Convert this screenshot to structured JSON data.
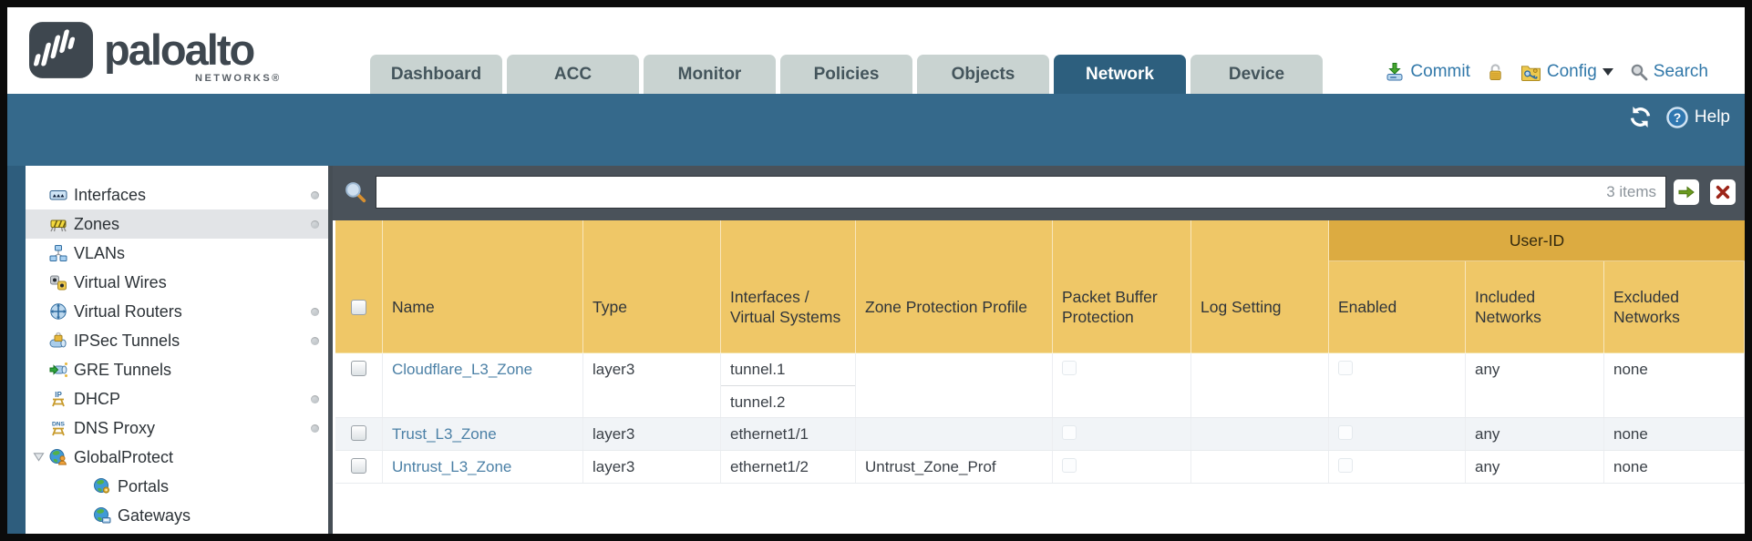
{
  "colors": {
    "teal_band": "#35698b",
    "active_tab": "#2d5f7e",
    "inactive_tab": "#c9d3d1",
    "filter_bar": "#4a525a",
    "header_orange": "#efc767",
    "group_header_orange": "#dcab41",
    "link_blue": "#4b80a6",
    "action_blue": "#3178a9",
    "alt_row": "#f1f4f7"
  },
  "brand": {
    "name": "paloalto",
    "sub": "NETWORKS®"
  },
  "tabs": [
    {
      "label": "Dashboard",
      "active": false
    },
    {
      "label": "ACC",
      "active": false
    },
    {
      "label": "Monitor",
      "active": false
    },
    {
      "label": "Policies",
      "active": false
    },
    {
      "label": "Objects",
      "active": false
    },
    {
      "label": "Network",
      "active": true
    },
    {
      "label": "Device",
      "active": false
    }
  ],
  "actions": {
    "commit": "Commit",
    "config": "Config",
    "search": "Search"
  },
  "toolbar": {
    "help": "Help"
  },
  "sidebar": {
    "items": [
      {
        "label": "Interfaces",
        "icon": "interfaces-icon",
        "dot": true
      },
      {
        "label": "Zones",
        "icon": "zones-icon",
        "dot": true,
        "selected": true
      },
      {
        "label": "VLANs",
        "icon": "vlans-icon"
      },
      {
        "label": "Virtual Wires",
        "icon": "virtual-wires-icon"
      },
      {
        "label": "Virtual Routers",
        "icon": "virtual-routers-icon",
        "dot": true
      },
      {
        "label": "IPSec Tunnels",
        "icon": "ipsec-tunnels-icon",
        "dot": true
      },
      {
        "label": "GRE Tunnels",
        "icon": "gre-tunnels-icon"
      },
      {
        "label": "DHCP",
        "icon": "dhcp-icon",
        "dot": true
      },
      {
        "label": "DNS Proxy",
        "icon": "dns-proxy-icon",
        "dot": true
      },
      {
        "label": "GlobalProtect",
        "icon": "globalprotect-icon",
        "expanded": true
      },
      {
        "label": "Portals",
        "icon": "portals-icon",
        "indent": true
      },
      {
        "label": "Gateways",
        "icon": "gateways-icon",
        "indent": true
      }
    ]
  },
  "filter": {
    "value": "",
    "count": "3 items"
  },
  "table": {
    "group_header": "User-ID",
    "columns": [
      "",
      "Name",
      "Type",
      "Interfaces / Virtual Systems",
      "Zone Protection Profile",
      "Packet Buffer Protection",
      "Log Setting",
      "Enabled",
      "Included Networks",
      "Excluded Networks"
    ],
    "rows": [
      {
        "name": "Cloudflare_L3_Zone",
        "type": "layer3",
        "interfaces": [
          "tunnel.1",
          "tunnel.2"
        ],
        "zone_protection_profile": "",
        "log_setting": "",
        "included_networks": "any",
        "excluded_networks": "none"
      },
      {
        "name": "Trust_L3_Zone",
        "type": "layer3",
        "interfaces": [
          "ethernet1/1"
        ],
        "zone_protection_profile": "",
        "log_setting": "",
        "included_networks": "any",
        "excluded_networks": "none"
      },
      {
        "name": "Untrust_L3_Zone",
        "type": "layer3",
        "interfaces": [
          "ethernet1/2"
        ],
        "zone_protection_profile": "Untrust_Zone_Prof",
        "log_setting": "",
        "included_networks": "any",
        "excluded_networks": "none"
      }
    ]
  }
}
